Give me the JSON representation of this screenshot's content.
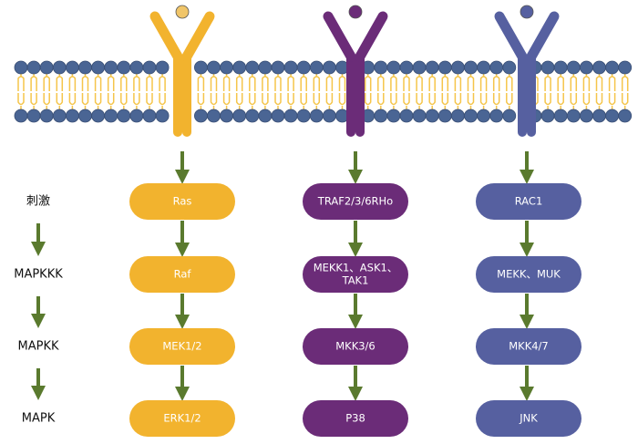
{
  "colors": {
    "membrane_head": "#4A6594",
    "membrane_tail": "#F5C54A",
    "arrow": "#5A7A2E",
    "pathway_1": "#F2B32E",
    "pathway_1_ligand": "#F0C569",
    "pathway_2": "#6B2C78",
    "pathway_3": "#5660A0"
  },
  "row_labels": [
    "刺激",
    "MAPKKK",
    "MAPKK",
    "MAPK"
  ],
  "pathways": [
    {
      "nodes": [
        [
          "Ras"
        ],
        [
          "Raf"
        ],
        [
          "MEK1/2"
        ],
        [
          "ERK1/2"
        ]
      ]
    },
    {
      "nodes": [
        [
          "TRAF2/3/6RHo"
        ],
        [
          "MEKK1、ASK1、",
          "TAK1"
        ],
        [
          "MKK3/6"
        ],
        [
          "P38"
        ]
      ]
    },
    {
      "nodes": [
        [
          "RAC1"
        ],
        [
          "MEKK、MUK"
        ],
        [
          "MKK4/7"
        ],
        [
          "JNK"
        ]
      ]
    }
  ]
}
